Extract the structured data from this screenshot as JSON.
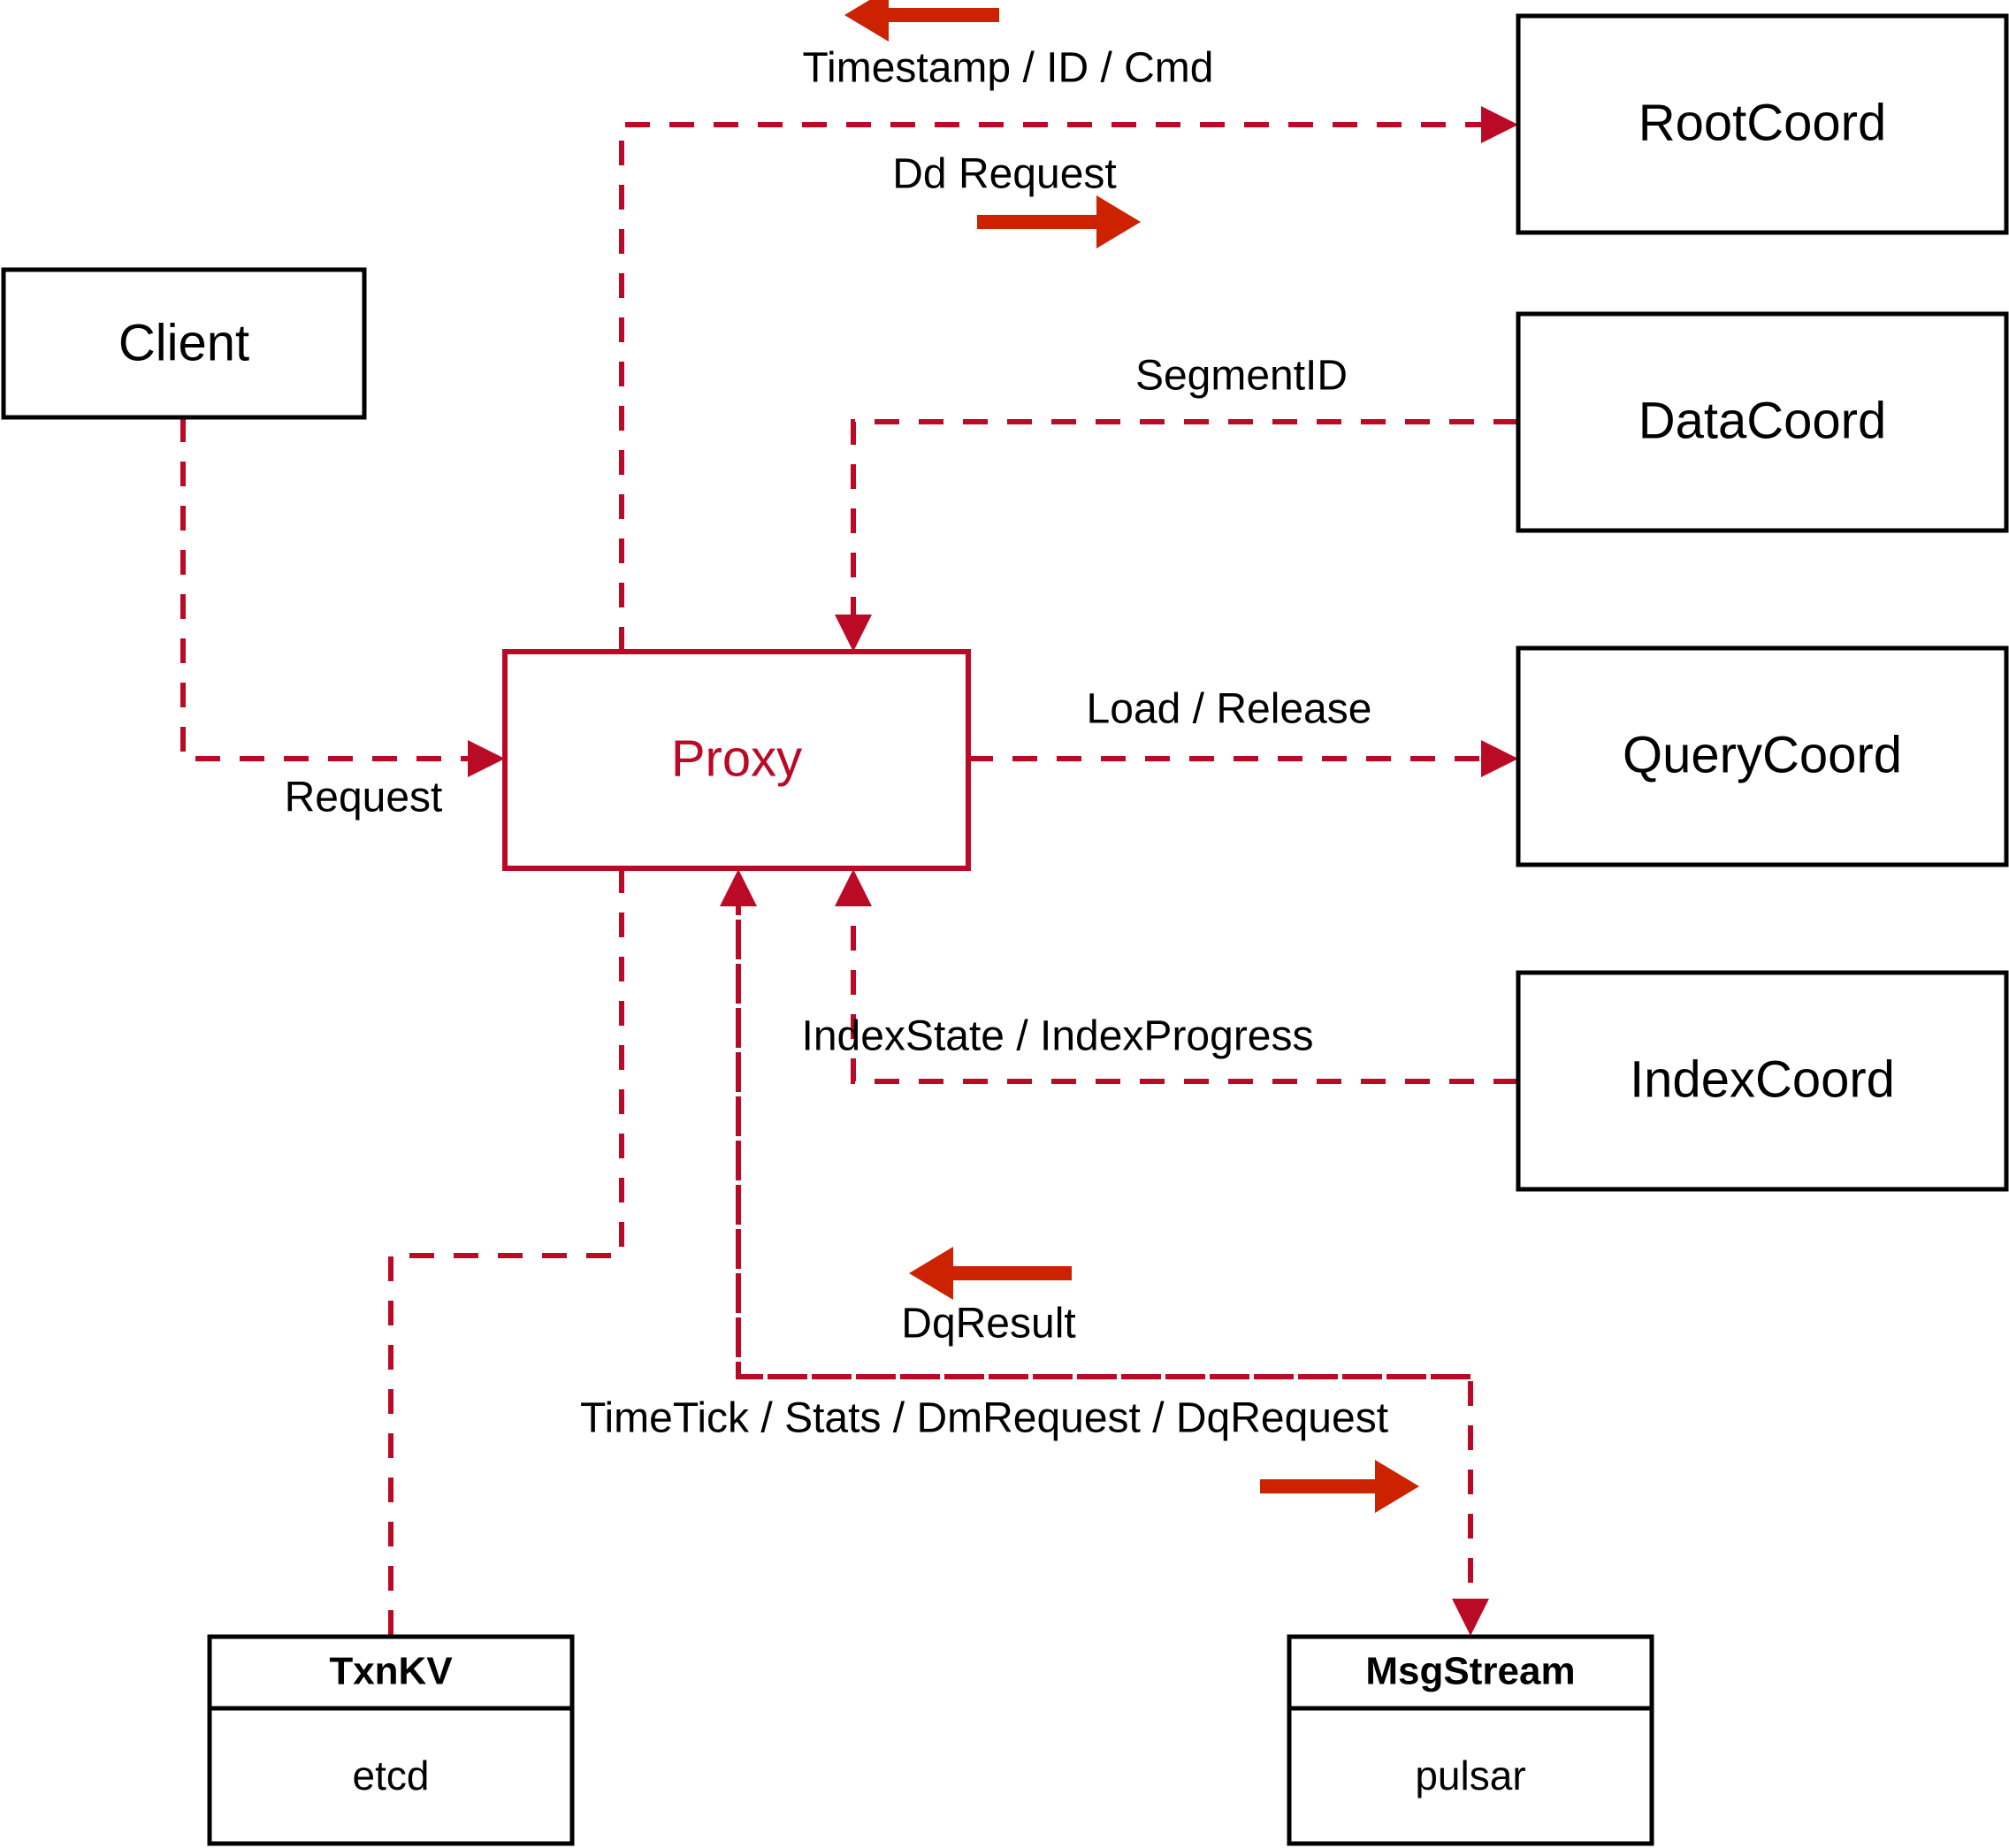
{
  "diagram": {
    "title": "Milvus Proxy interaction diagram",
    "colors": {
      "accent": "#bb0a26",
      "arrow": "#cc2200",
      "node_stroke": "#000000",
      "background": "#ffffff"
    },
    "nodes": [
      {
        "id": "client",
        "label": "Client",
        "style": "plain"
      },
      {
        "id": "proxy",
        "label": "Proxy",
        "style": "accent"
      },
      {
        "id": "rootcoord",
        "label": "RootCoord",
        "style": "plain"
      },
      {
        "id": "datacoord",
        "label": "DataCoord",
        "style": "plain"
      },
      {
        "id": "querycoord",
        "label": "QueryCoord",
        "style": "plain"
      },
      {
        "id": "indexcoord",
        "label": "IndexCoord",
        "style": "plain"
      },
      {
        "id": "txnkv",
        "label": "TxnKV",
        "sublabel": "etcd",
        "style": "two-part"
      },
      {
        "id": "msgstream",
        "label": "MsgStream",
        "sublabel": "pulsar",
        "style": "two-part"
      }
    ],
    "edges": [
      {
        "id": "timestamp-id-cmd",
        "label": "Timestamp / ID / Cmd",
        "from": "rootcoord",
        "to": "proxy",
        "direction": "left"
      },
      {
        "id": "dd-request",
        "label": "Dd Request",
        "from": "proxy",
        "to": "rootcoord",
        "direction": "right"
      },
      {
        "id": "segment-id",
        "label": "SegmentID",
        "from": "datacoord",
        "to": "proxy",
        "direction": "left"
      },
      {
        "id": "load-release",
        "label": "Load / Release",
        "from": "proxy",
        "to": "querycoord",
        "direction": "right"
      },
      {
        "id": "index-state",
        "label": "IndexState / IndexProgress",
        "from": "indexcoord",
        "to": "proxy",
        "direction": "left"
      },
      {
        "id": "request",
        "label": "Request",
        "from": "client",
        "to": "proxy",
        "direction": "right"
      },
      {
        "id": "dq-result",
        "label": "DqResult",
        "from": "msgstream",
        "to": "proxy",
        "direction": "left"
      },
      {
        "id": "timetick-stats",
        "label": "TimeTick / Stats / DmRequest / DqRequest",
        "from": "proxy",
        "to": "msgstream",
        "direction": "right"
      },
      {
        "id": "txnkv-link",
        "label": "",
        "from": "proxy",
        "to": "txnkv",
        "direction": "none"
      }
    ]
  }
}
